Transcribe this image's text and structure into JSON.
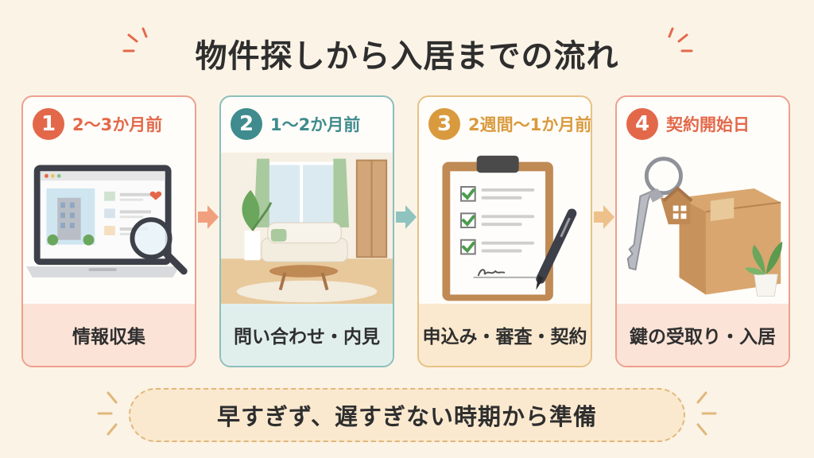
{
  "title": "物件探しから入居までの流れ",
  "steps": [
    {
      "number": "1",
      "period": "2〜3か月前",
      "label": "情報収集",
      "color": "#e3684a",
      "border": "#eea08e",
      "foot_bg": "#fbe3d7"
    },
    {
      "number": "2",
      "period": "1〜2か月前",
      "label": "問い合わせ・内見",
      "color": "#3f8b8d",
      "border": "#8cbfbd",
      "foot_bg": "#e1efec"
    },
    {
      "number": "3",
      "period": "2週間〜1か月前",
      "label": "申込み・審査・契約",
      "color": "#d99a3e",
      "border": "#e7c185",
      "foot_bg": "#fbe9cf"
    },
    {
      "number": "4",
      "period": "契約開始日",
      "label": "鍵の受取り・入居",
      "color": "#e3684a",
      "border": "#eea08e",
      "foot_bg": "#fbe3d7"
    }
  ],
  "arrow_colors": [
    "#f1a07f",
    "#8fc3c0",
    "#eec08a"
  ],
  "bottom_message": "早すぎず、遅すぎない時期から準備",
  "icons": [
    "laptop-icon",
    "magnifier-icon",
    "living-room-icon",
    "clipboard-icon",
    "pen-icon",
    "key-icon",
    "box-icon",
    "plant-icon"
  ]
}
